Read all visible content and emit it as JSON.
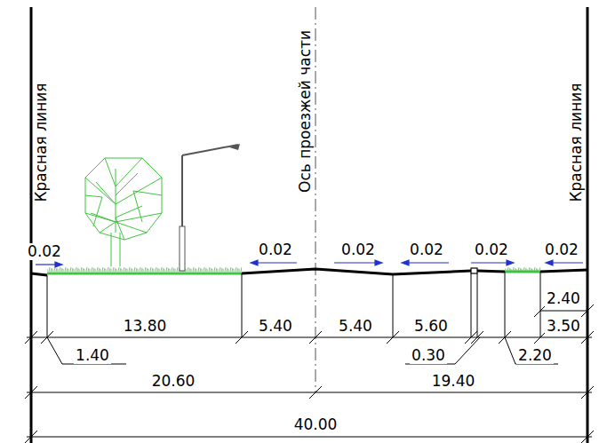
{
  "diagram": {
    "labels": [
      "Красная линия",
      "Ось проезжей части",
      "Красная линия",
      "0.02",
      "0.02",
      "0.02",
      "0.02",
      "0.02",
      "0.02",
      "13.80",
      "5.40",
      "5.40",
      "5.60",
      "2.40",
      "3.50",
      "1.40",
      "0.30",
      "2.20",
      "20.60",
      "19.40",
      "40.00"
    ]
  }
}
